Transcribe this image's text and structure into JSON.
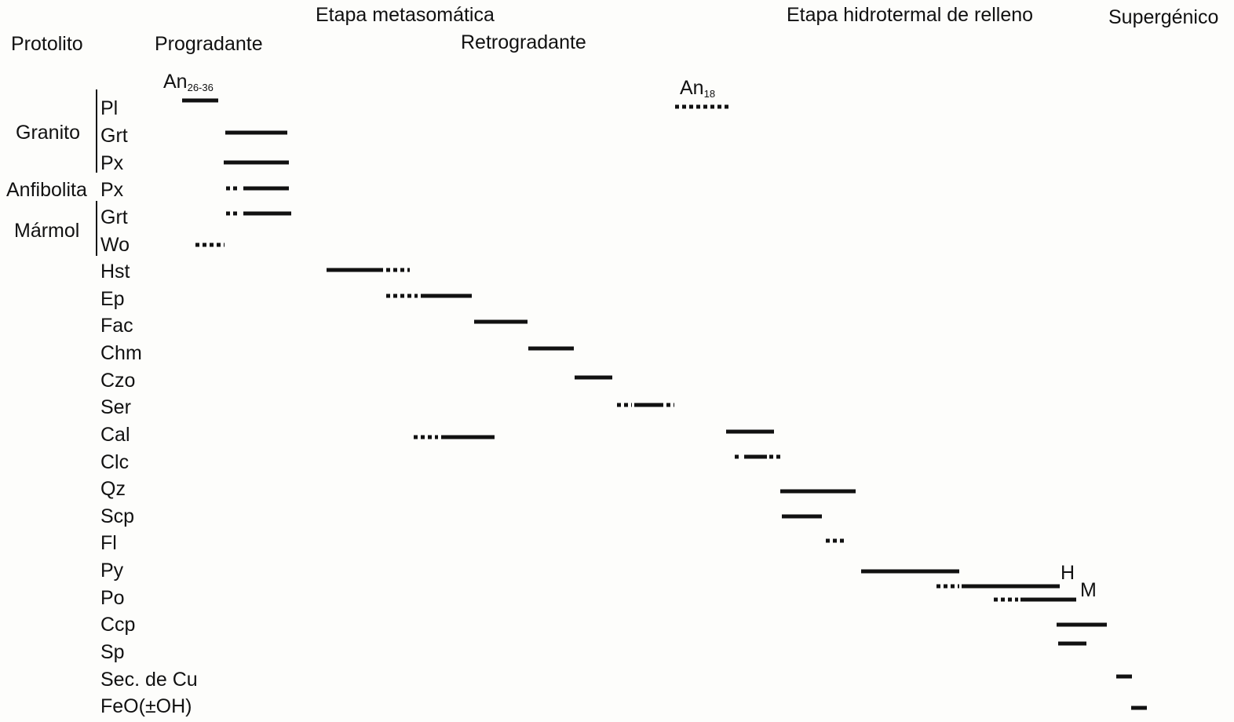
{
  "stages": {
    "protolito": "Protolito",
    "progradante": "Progradante",
    "metasomatica": "Etapa metasomática",
    "retrogradante": "Retrogradante",
    "hidrotermal": "Etapa hidrotermal de relleno",
    "supergenico": "Supergénico"
  },
  "protoliths": {
    "granito": "Granito",
    "anfibolita": "Anfibolita",
    "marmol": "Mármol"
  },
  "annotations": {
    "an1_base": "An",
    "an1_sub": "26-36",
    "an2_base": "An",
    "an2_sub": "18",
    "h": "H",
    "m": "M"
  },
  "minerals": [
    "Pl",
    "Grt",
    "Px",
    "Px",
    "Grt",
    "Wo",
    "Hst",
    "Ep",
    "Fac",
    "Chm",
    "Czo",
    "Ser",
    "Cal",
    "Clc",
    "Qz",
    "Scp",
    "Fl",
    "Py",
    "Po",
    "Ccp",
    "Sp",
    "Sec. de Cu",
    "FeO(±OH)"
  ],
  "colors": {
    "ink": "#111111",
    "background": "#fdfdfb"
  }
}
